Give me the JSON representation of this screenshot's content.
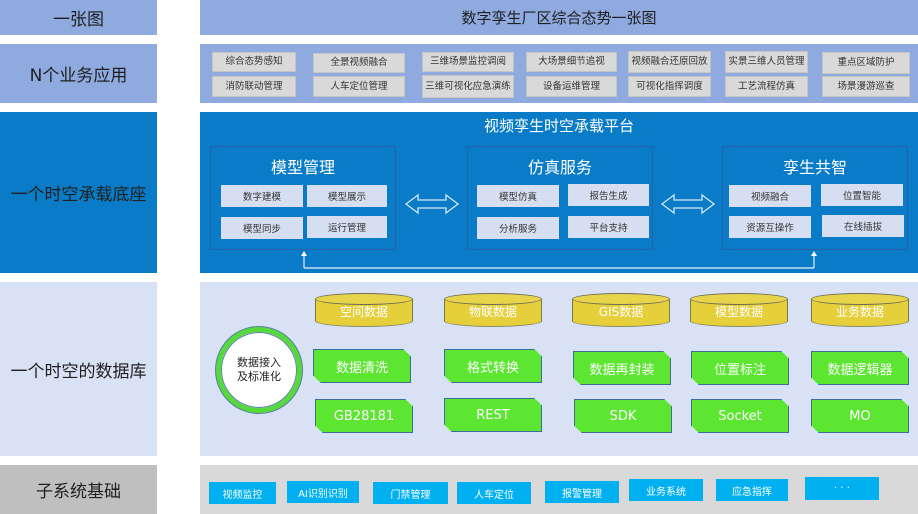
{
  "rows": [
    {
      "label": "一张图"
    },
    {
      "label": "N个业务应用"
    },
    {
      "label": "一个时空承载底座"
    },
    {
      "label": "一个时空的数据库"
    },
    {
      "label": "子系统基础"
    }
  ],
  "map": {
    "title": "数字孪生厂区综合态势一张图"
  },
  "apps": {
    "top": [
      "综合态势感知",
      "全景视频融合",
      "三维场景监控调阅",
      "大场景细节追视",
      "视频融合还原回放",
      "实景三维人员管理",
      "重点区域防护"
    ],
    "bottom": [
      "消防联动管理",
      "人车定位管理",
      "三维可视化应急演练",
      "设备运维管理",
      "可视化指挥调度",
      "工艺流程仿真",
      "场景漫游巡查"
    ]
  },
  "platform": {
    "title": "视频孪生时空承载平台",
    "groups": [
      {
        "title": "模型管理",
        "items": [
          "数字建模",
          "模型展示",
          "模型同步",
          "运行管理"
        ]
      },
      {
        "title": "仿真服务",
        "items": [
          "模型仿真",
          "报告生成",
          "分析服务",
          "平台支持"
        ]
      },
      {
        "title": "孪生共智",
        "items": [
          "视频融合",
          "位置智能",
          "资源互操作",
          "在线插拔"
        ]
      }
    ],
    "colors": {
      "background": "#0a7cc7",
      "card": "#d6dff1"
    }
  },
  "database": {
    "hub": "数据接入及标准化",
    "hub_lines": [
      "数据接入",
      "及标准化"
    ],
    "stores": [
      "空间数据",
      "物联数据",
      "GIS数据",
      "模型数据",
      "业务数据"
    ],
    "processes": [
      "数据清洗",
      "格式转换",
      "数据再封装",
      "位置标注",
      "数据逻辑器"
    ],
    "protocols": [
      "GB28181",
      "REST",
      "SDK",
      "Socket",
      "MO"
    ],
    "colors": {
      "store": "#e5cf3b",
      "process": "#5ce631",
      "ring": "#56d93a"
    }
  },
  "subsystems": {
    "items": [
      "视频监控",
      "AI识别识别",
      "门禁管理",
      "人车定位",
      "报警管理",
      "业务系统",
      "应急指挥",
      "· · ·"
    ],
    "color": "#00b0f0"
  }
}
